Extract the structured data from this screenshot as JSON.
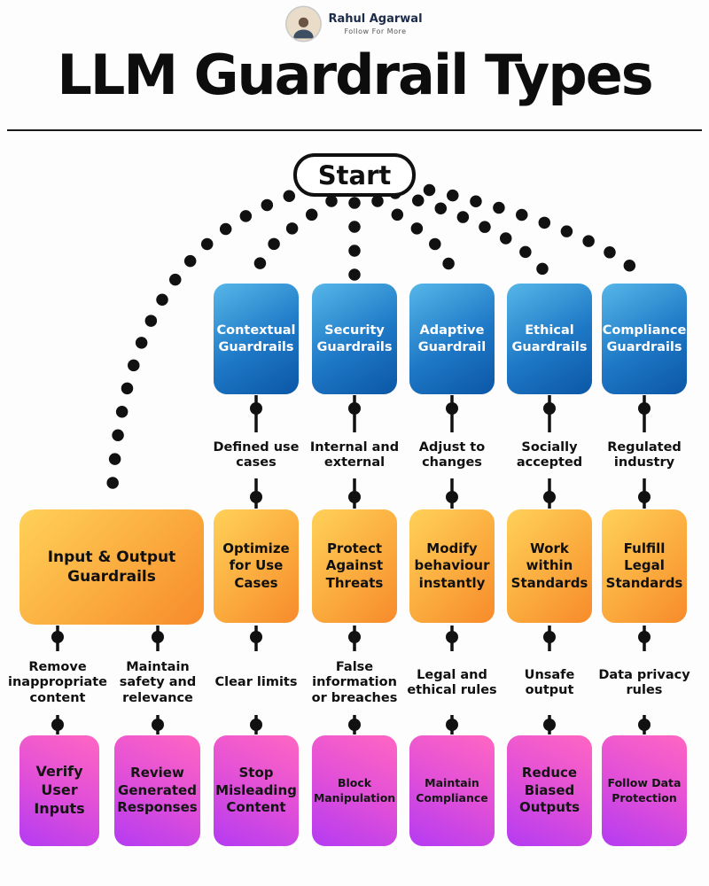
{
  "profile": {
    "name": "Rahul Agarwal",
    "tagline": "Follow For More"
  },
  "title": "LLM Guardrail Types",
  "start": "Start",
  "colors": {
    "box_blue_top": "#56b7e8",
    "box_blue_bottom": "#0b57a6",
    "box_orange_left": "#ffd158",
    "box_orange_right": "#f78b2b",
    "box_pink_top": "#ff66c2",
    "box_pink_bottom": "#b43bf2",
    "connector": "#111111",
    "text_dark": "#101010"
  },
  "io_branch": {
    "action": "Input & Output Guardrails",
    "sub_branches": [
      {
        "condition": "Remove inappropriate content",
        "result": "Verify User Inputs"
      },
      {
        "condition": "Maintain safety and relevance",
        "result": "Review Generated Responses"
      }
    ]
  },
  "branches": [
    {
      "type": "Contextual Guardrails",
      "trait": "Defined use cases",
      "action": "Optimize for Use Cases",
      "condition": "Clear limits",
      "result": "Stop Misleading Content"
    },
    {
      "type": "Security Guardrails",
      "trait": "Internal and external",
      "action": "Protect Against Threats",
      "condition": "False information or breaches",
      "result": "Block Manipulation"
    },
    {
      "type": "Adaptive Guardrail",
      "trait": "Adjust to changes",
      "action": "Modify behaviour instantly",
      "condition": "Legal and ethical rules",
      "result": "Maintain Compliance"
    },
    {
      "type": "Ethical Guardrails",
      "trait": "Socially accepted",
      "action": "Work within Standards",
      "condition": "Unsafe output",
      "result": "Reduce Biased Outputs"
    },
    {
      "type": "Compliance Guardrails",
      "trait": "Regulated industry",
      "action": "Fulfill Legal Standards",
      "condition": "Data privacy rules",
      "result": "Follow Data Protection"
    }
  ]
}
